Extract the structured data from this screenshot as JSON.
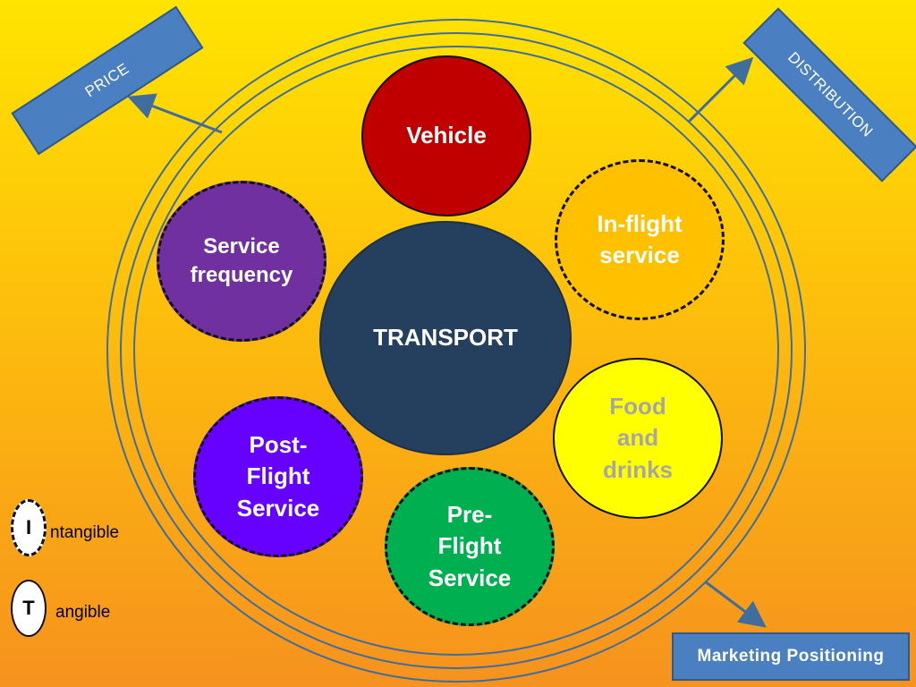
{
  "diagram": {
    "center": {
      "label": "TRANSPORT",
      "color": "#253f5e"
    },
    "nodes": [
      {
        "id": "vehicle",
        "label": "Vehicle",
        "color": "#c00000",
        "text_color": "#ffffff",
        "border": "solid"
      },
      {
        "id": "inflight",
        "label": "In-flight service",
        "color": "#ffc000",
        "text_color": "#ffffff",
        "border": "dashed"
      },
      {
        "id": "food",
        "label": "Food and drinks",
        "color": "#ffff00",
        "text_color": "#a6a6a6",
        "border": "solid"
      },
      {
        "id": "preflight",
        "label": "Pre-Flight Service",
        "color": "#00b050",
        "text_color": "#ffffff",
        "border": "dashed"
      },
      {
        "id": "postflight",
        "label": "Post-Flight Service",
        "color": "#6600ff",
        "text_color": "#ffffff",
        "border": "dashed"
      },
      {
        "id": "frequency",
        "label": "Service frequency",
        "color": "#7030a0",
        "text_color": "#ffffff",
        "border": "dashed"
      }
    ],
    "banners": {
      "price": "PRICE",
      "distribution": "DISTRIBUTION",
      "positioning": "Marketing Positioning"
    },
    "legend": [
      {
        "letter": "I",
        "text": "ntangible",
        "border": "dashed"
      },
      {
        "letter": "T",
        "text": "angible",
        "border": "solid"
      }
    ],
    "colors": {
      "ring": "#3f6e9e",
      "banner": "#4a7fc1",
      "arrow": "#3f6e9e"
    }
  }
}
